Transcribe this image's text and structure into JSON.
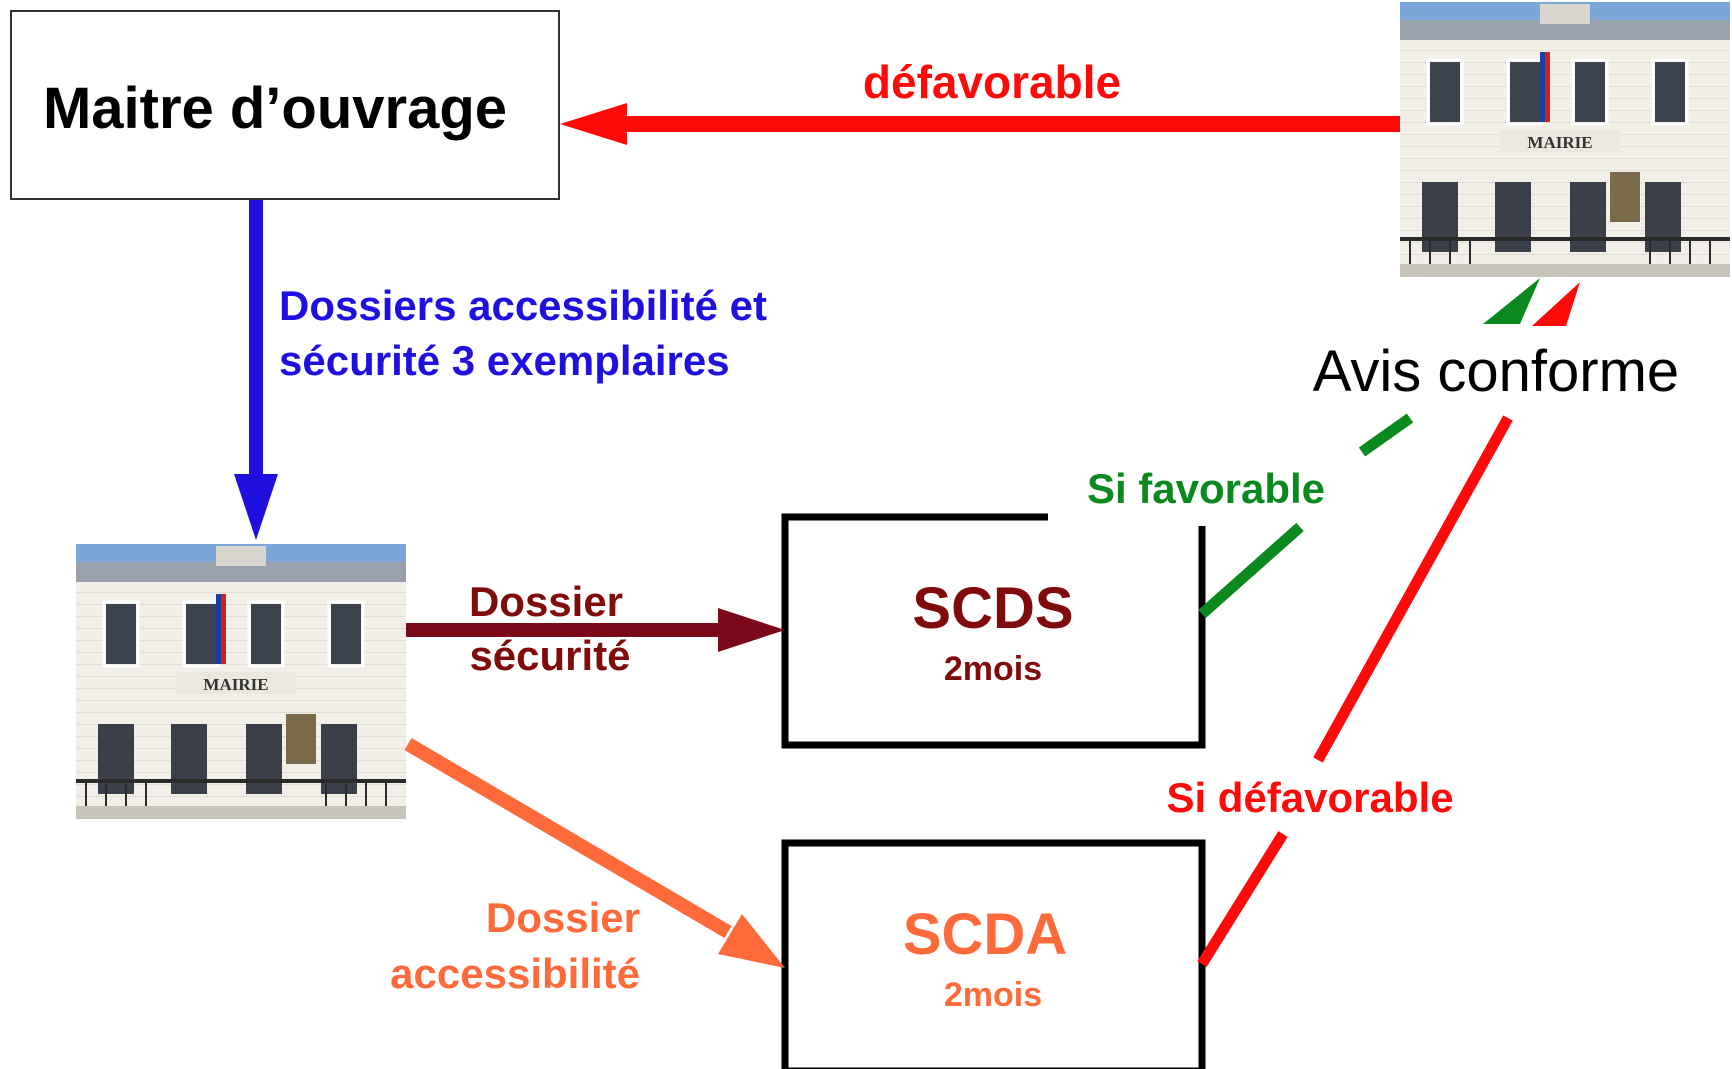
{
  "colors": {
    "blue": "#2010e0",
    "red": "#ff0a0a",
    "maroon": "#7a0a1a",
    "darkred": "#7f0b0b",
    "orange": "#ff6a3a",
    "green": "#0a8a1e",
    "black": "#000000"
  },
  "nodes": {
    "maitre": {
      "label": "Maitre d’ouvrage"
    },
    "scds": {
      "title": "SCDS",
      "duration": "2mois"
    },
    "scda": {
      "title": "SCDA",
      "duration": "2mois"
    },
    "mairie_top": {
      "sign": "MAIRIE",
      "icon": "town-hall-photo"
    },
    "mairie_left": {
      "sign": "MAIRIE",
      "icon": "town-hall-photo"
    }
  },
  "edges": {
    "defavorable_top": {
      "label": "défavorable"
    },
    "dossiers": {
      "line1": "Dossiers accessibilité et",
      "line2": "sécurité 3 exemplaires"
    },
    "dossier_securite": {
      "line1": "Dossier",
      "line2": "sécurité"
    },
    "dossier_accessibilite": {
      "line1": "Dossier",
      "line2": "accessibilité"
    },
    "si_favorable": {
      "label": "Si favorable"
    },
    "si_defavorable": {
      "label": "Si défavorable"
    },
    "avis_conforme": {
      "label": "Avis conforme"
    }
  }
}
